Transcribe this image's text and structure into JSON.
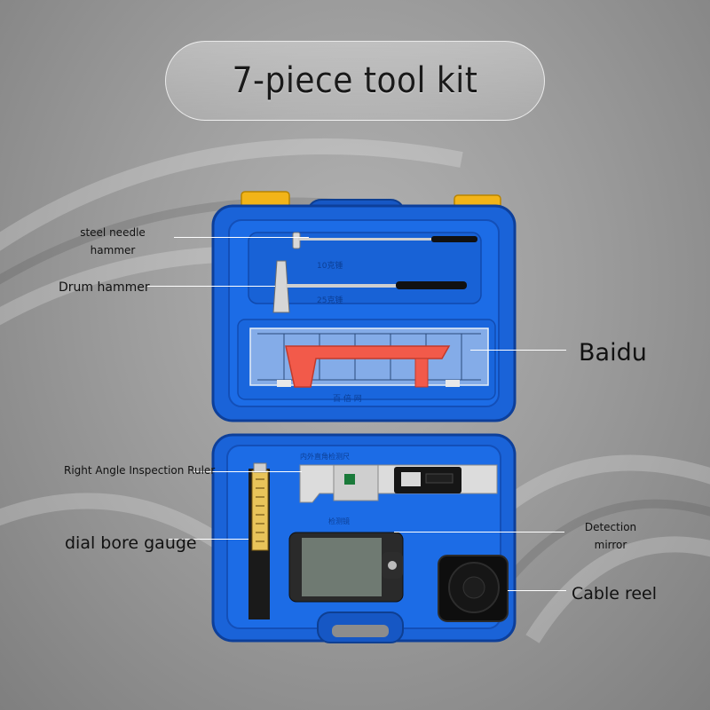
{
  "title": "7-piece tool kit",
  "labels": {
    "steel_needle_hammer_1": "steel needle",
    "steel_needle_hammer_2": "hammer",
    "drum_hammer": "Drum hammer",
    "baidu": "Baidu",
    "right_angle_ruler": "Right Angle Inspection Ruler",
    "dial_bore_gauge": "dial bore gauge",
    "detection_mirror_1": "Detection",
    "detection_mirror_2": "mirror",
    "cable_reel": "Cable reel"
  },
  "colors": {
    "case_blue": "#1a63d8",
    "case_blue_dark": "#0f46a8",
    "latch_yellow": "#f2b418",
    "handle_red": "#f25a4a"
  }
}
